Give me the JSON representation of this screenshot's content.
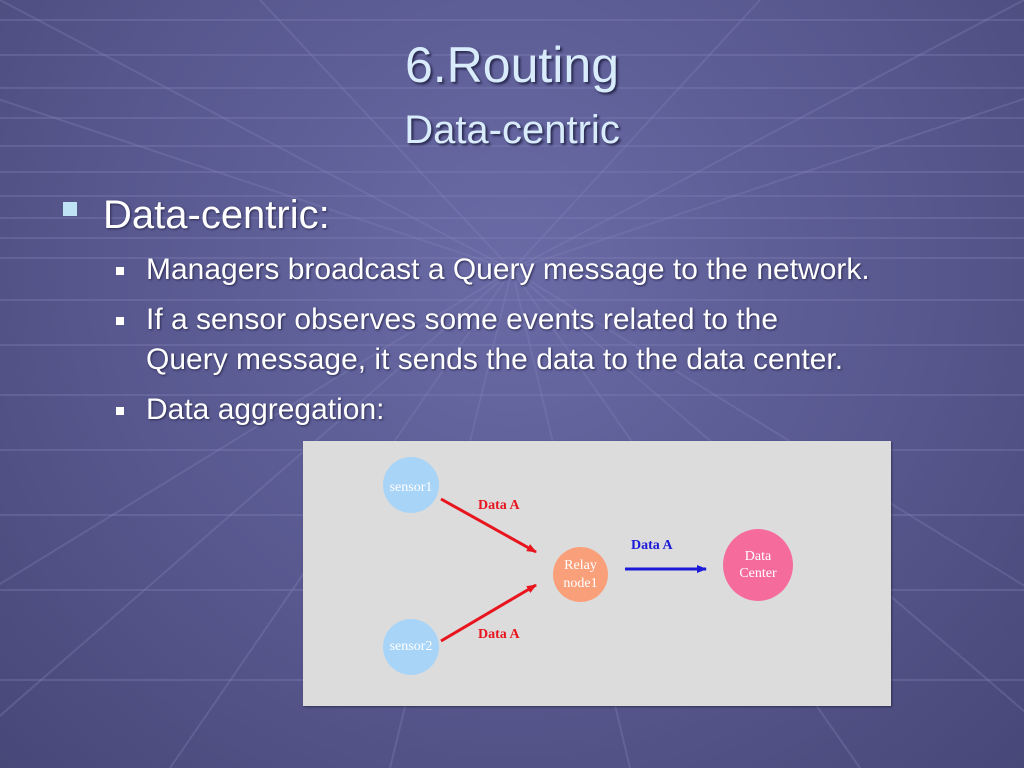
{
  "slide": {
    "title": "6.Routing",
    "subtitle": "Data-centric",
    "bullet_main": "Data-centric:",
    "sub_bullets": [
      "Managers broadcast a Query message to the network.",
      "If a sensor observes some events related to the",
      "Query message, it sends the data to the data center.",
      "Data aggregation:"
    ]
  },
  "diagram": {
    "nodes": {
      "sensor1": "sensor1",
      "sensor2": "sensor2",
      "relay_line1": "Relay",
      "relay_line2": "node1",
      "center_line1": "Data",
      "center_line2": "Center"
    },
    "edges": {
      "sensor1_to_relay": "Data A",
      "sensor2_to_relay": "Data A",
      "relay_to_center": "Data A"
    },
    "colors": {
      "sensor": "#a8d4f8",
      "relay": "#f9a07a",
      "center": "#f56c9c",
      "red_arrow": "#e8141e",
      "blue_arrow": "#1a1ad8"
    }
  }
}
